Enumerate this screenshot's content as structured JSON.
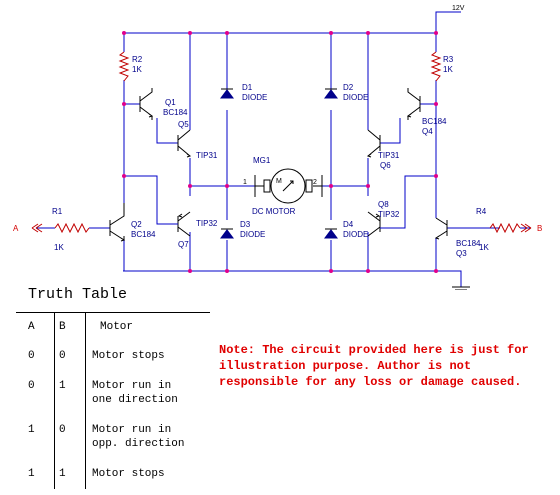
{
  "schematic": {
    "supply": "12V",
    "inputs": {
      "a": "A",
      "b": "B"
    },
    "resistors": [
      {
        "id": "R1",
        "value": "1K"
      },
      {
        "id": "R2",
        "value": "1K"
      },
      {
        "id": "R3",
        "value": "1K"
      },
      {
        "id": "R4",
        "value": "1K"
      }
    ],
    "transistors": [
      {
        "id": "Q1",
        "part": "BC184"
      },
      {
        "id": "Q2",
        "part": "BC184"
      },
      {
        "id": "Q3",
        "part": "BC184"
      },
      {
        "id": "Q4",
        "part": "BC184"
      },
      {
        "id": "Q5",
        "part": "TIP31"
      },
      {
        "id": "Q6",
        "part": "TIP31"
      },
      {
        "id": "Q7",
        "part": "TIP32"
      },
      {
        "id": "Q8",
        "part": "TIP32"
      }
    ],
    "diodes": [
      {
        "id": "D1",
        "type": "DIODE"
      },
      {
        "id": "D2",
        "type": "DIODE"
      },
      {
        "id": "D3",
        "type": "DIODE"
      },
      {
        "id": "D4",
        "type": "DIODE"
      }
    ],
    "motor": {
      "id": "MG1",
      "label": "DC MOTOR",
      "pin1": "1",
      "pin2": "2"
    }
  },
  "truth_table": {
    "title": "Truth Table",
    "headers": [
      "A",
      "B",
      "Motor"
    ],
    "rows": [
      {
        "a": "0",
        "b": "0",
        "motor": "Motor stops"
      },
      {
        "a": "0",
        "b": "1",
        "motor": "Motor run in\none direction"
      },
      {
        "a": "1",
        "b": "0",
        "motor": "Motor run in\nopp. direction"
      },
      {
        "a": "1",
        "b": "1",
        "motor": "Motor stops"
      }
    ]
  },
  "note": "Note: The circuit provided here is just for illustration purpose. Author is not responsible for any loss or damage caused.",
  "colors": {
    "wire": "#0000c8",
    "resistor": "#c00000",
    "junction": "#e0008c",
    "note": "#e00000"
  }
}
